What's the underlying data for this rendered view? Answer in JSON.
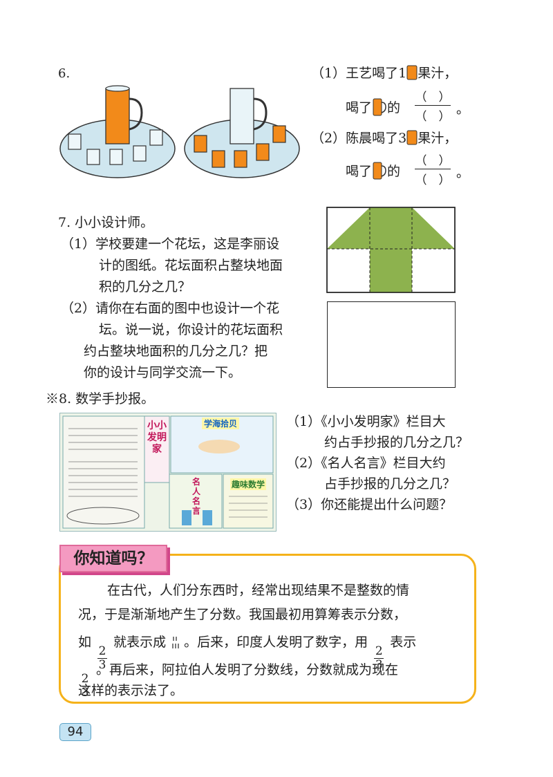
{
  "q6": {
    "number": "6.",
    "part1": {
      "label": "（1）王艺喝了1",
      "after": "果汁，",
      "line2_prefix": "喝了",
      "line2_mid": "的",
      "blank": "（　）",
      "end": "。"
    },
    "part2": {
      "label": "（2）陈晨喝了3",
      "after": "果汁，",
      "line2_prefix": "喝了",
      "line2_mid": "的",
      "blank": "（　）",
      "end": "。"
    }
  },
  "q7": {
    "title": "7. 小小设计师。",
    "p1": [
      "（1）学校要建一个花坛，这是李丽设",
      "计的图纸。花坛面积占整块地面",
      "积的几分之几？"
    ],
    "p2": [
      "（2）请你在右面的图中也设计一个花",
      "坛。说一说，你设计的花坛面积",
      "约占整块地面积的几分之几？把",
      "你的设计与同学交流一下。"
    ]
  },
  "q8": {
    "title": "※8. 数学手抄报。",
    "p1": [
      "（1）《小小发明家》栏目大",
      "约占手抄报的几分之几？"
    ],
    "p2": [
      "（2）《名人名言》栏目大约",
      "占手抄报的几分之几？"
    ],
    "p3": "（3）你还能提出什么问题？",
    "poster": {
      "col1": "小小发明家",
      "top": "学海拾贝",
      "mid": "名人名言",
      "right": "趣味数学"
    }
  },
  "tip": {
    "title": "你知道吗？",
    "line1": "在古代，人们分东西时，经常出现结果不是整数的情",
    "line2": "况，于是渐渐地产生了分数。我国最初用算筹表示分数，",
    "line3a": "如",
    "line3b": "就表示成",
    "line3c": "。后来，印度人发明了数字，用",
    "line3d": "表示",
    "line4": "。再后来，阿拉伯人发明了分数线，分数就成为现在",
    "line5": "这样的表示法了。",
    "frac_num": "2",
    "frac_den": "3"
  },
  "page_number": "94",
  "colors": {
    "orange": "#f28a1a",
    "green": "#8db24e",
    "pink": "#f49ac1",
    "frame": "#f5b21a",
    "page_num_bg": "#c4e3f3"
  }
}
